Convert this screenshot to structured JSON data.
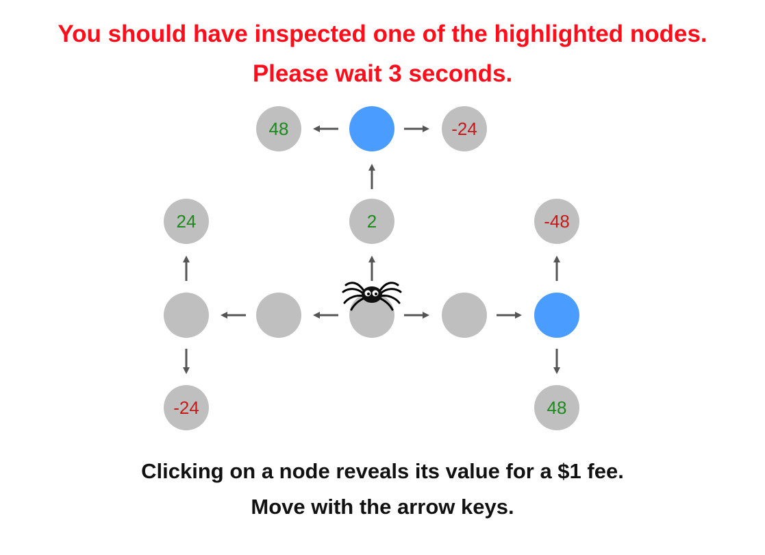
{
  "messages": {
    "error_line1": "You should have inspected one of the highlighted nodes.",
    "error_line2": "Please wait 3 seconds.",
    "instruction_line1": "Clicking on a node reveals its value for a $1 fee.",
    "instruction_line2": "Move with the arrow keys."
  },
  "colors": {
    "error_text": "#ff0d1a",
    "node_default": "#bfbfbf",
    "node_highlighted": "#4a9dff",
    "positive_value": "#1c8a1c",
    "negative_value": "#c41a1a",
    "arrow": "#555555"
  },
  "player": {
    "icon": "spider-icon",
    "location": "start-node"
  },
  "nodes": {
    "top_left": {
      "value": "48",
      "state": "revealed"
    },
    "top_center": {
      "value": "",
      "state": "highlighted"
    },
    "top_right": {
      "value": "-24",
      "state": "revealed"
    },
    "up_left": {
      "value": "24",
      "state": "revealed"
    },
    "up_center": {
      "value": "2",
      "state": "revealed"
    },
    "up_right": {
      "value": "-48",
      "state": "revealed"
    },
    "mid_far_left": {
      "value": "",
      "state": "hidden"
    },
    "mid_left": {
      "value": "",
      "state": "hidden"
    },
    "mid_center": {
      "value": "",
      "state": "start"
    },
    "mid_right": {
      "value": "",
      "state": "hidden"
    },
    "mid_far_right": {
      "value": "",
      "state": "highlighted"
    },
    "down_left": {
      "value": "-24",
      "state": "revealed"
    },
    "down_right": {
      "value": "48",
      "state": "revealed"
    }
  }
}
